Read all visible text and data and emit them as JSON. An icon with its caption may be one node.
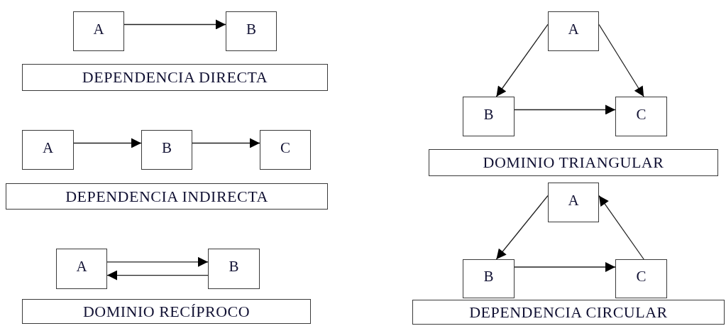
{
  "diagram": {
    "nodes": [
      {
        "text": [
          "A"
        ]
      },
      {
        "text": [
          "B"
        ]
      },
      {
        "text": [
          "DEPENDENCIA DIRECTA"
        ]
      },
      {
        "text": [
          "A"
        ]
      },
      {
        "text": [
          "B"
        ]
      },
      {
        "text": [
          "C"
        ]
      },
      {
        "text": [
          "DEPENDENCIA INDIRECTA"
        ]
      },
      {
        "text": [
          "A"
        ]
      },
      {
        "text": [
          "B"
        ]
      },
      {
        "text": [
          "DOMINIO RECÍPROCO"
        ]
      },
      {
        "text": [
          "A"
        ]
      },
      {
        "text": [
          "B"
        ]
      },
      {
        "text": [
          "C"
        ]
      },
      {
        "text": [
          "DOMINIO TRIANGULAR"
        ]
      },
      {
        "text": [
          "A"
        ]
      },
      {
        "text": [
          "B"
        ]
      },
      {
        "text": [
          "C"
        ]
      },
      {
        "text": [
          "DEPENDENCIA CIRCULAR"
        ]
      }
    ],
    "edges": [
      {
        "from": 0,
        "to": 1,
        "arrow": "to"
      },
      {
        "from": 3,
        "to": 4,
        "arrow": "to"
      },
      {
        "from": 4,
        "to": 5,
        "arrow": "to"
      },
      {
        "from": 7,
        "to": 8,
        "arrow": "to"
      },
      {
        "from": 8,
        "to": 7,
        "arrow": "to"
      },
      {
        "from": 10,
        "to": 11,
        "arrow": "to"
      },
      {
        "from": 10,
        "to": 12,
        "arrow": "to"
      },
      {
        "from": 11,
        "to": 12,
        "arrow": "to"
      },
      {
        "from": 14,
        "to": 15,
        "arrow": "to"
      },
      {
        "from": 15,
        "to": 16,
        "arrow": "to"
      },
      {
        "from": 16,
        "to": 14,
        "arrow": "to"
      }
    ]
  }
}
